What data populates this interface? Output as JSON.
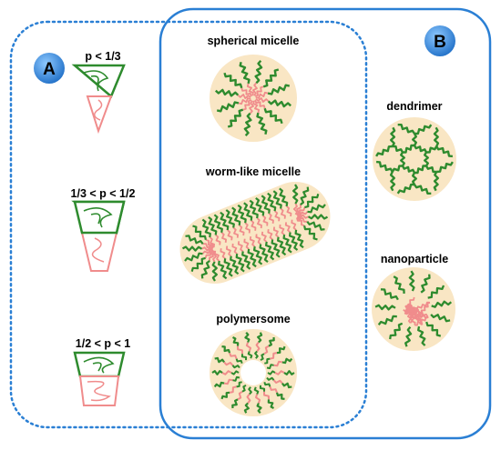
{
  "panel_a": {
    "badge": "A",
    "conditions": [
      "p < 1/3",
      "1/3 < p < 1/2",
      "1/2 < p < 1"
    ]
  },
  "panel_b": {
    "badge": "B",
    "structures": [
      "spherical micelle",
      "worm-like micelle",
      "polymersome",
      "dendrimer",
      "nanoparticle"
    ]
  },
  "colors": {
    "hydrophilic": "#2e8b2e",
    "hydrophobic": "#f08c8c",
    "particle_fill": "#f9e6c4",
    "panel_a_border": "#2a7fd4",
    "panel_b_border": "#2a7fd4",
    "badge_fill": "#3a8fe0"
  }
}
